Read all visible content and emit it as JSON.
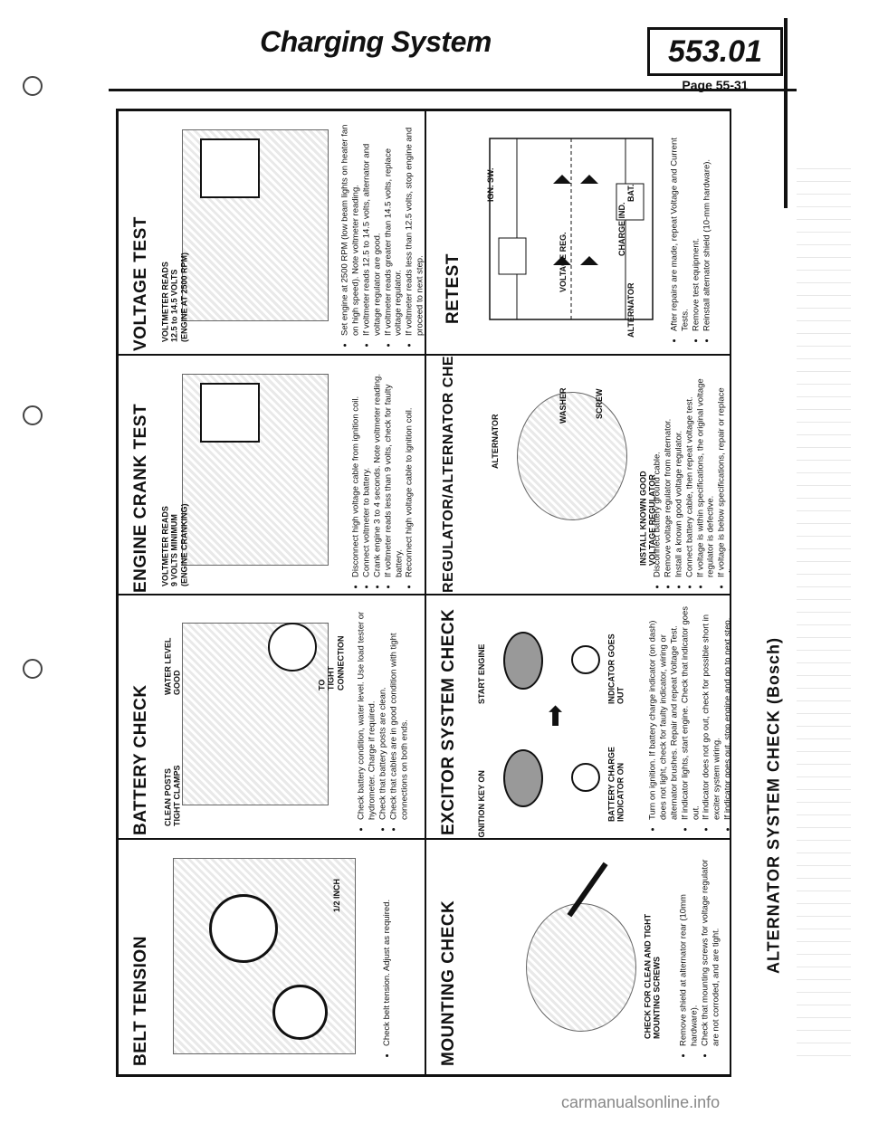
{
  "header": {
    "title": "Charging System",
    "section_number": "553.01",
    "page_label": "Page 55-31"
  },
  "side_caption": "ALTERNATOR SYSTEM CHECK (Bosch)",
  "watermark": "carmanualsonline.info",
  "cells": {
    "voltage_test": {
      "title": "VOLTAGE TEST",
      "readout": [
        "VOLTMETER READS",
        "12.5 to 14.5 VOLTS",
        "(ENGINE AT 2500 RPM)"
      ],
      "steps": [
        "Set engine at 2500 RPM (low beam lights on heater fan on high speed). Note voltmeter reading.",
        "If voltmeter reads 12.5 to 14.5 volts, alternator and voltage regulator are good.",
        "If voltmeter reads greater than 14.5 volts, replace voltage regulator.",
        "If voltmeter reads less than 12.5 volts, stop engine and proceed to next step."
      ]
    },
    "engine_crank_test": {
      "title": "ENGINE CRANK TEST",
      "readout": [
        "VOLTMETER READS",
        "9 VOLTS MINIMUM",
        "(ENGINE CRANKING)"
      ],
      "steps": [
        "Disconnect high voltage cable from ignition coil.",
        "Connect voltmeter to battery.",
        "Crank engine 3 to 4 seconds. Note voltmeter reading.",
        "If voltmeter reads less than 9 volts, check for faulty battery.",
        "Reconnect high voltage cable to ignition coil."
      ]
    },
    "battery_check": {
      "title": "BATTERY CHECK",
      "labels": [
        "CLEAN POSTS",
        "TIGHT CLAMPS",
        "WATER LEVEL",
        "GOOD",
        "TO",
        "TIGHT",
        "CONNECTION"
      ],
      "steps": [
        "Check battery condition, water level. Use load tester or hydrometer. Charge if required.",
        "Check that battery posts are clean.",
        "Check that cables are in good condition with tight connections on both ends."
      ]
    },
    "belt_tension": {
      "title": "BELT TENSION",
      "labels": [
        "1/2 INCH"
      ],
      "steps": [
        "Check belt tension. Adjust as required."
      ]
    },
    "retest": {
      "title": "RETEST",
      "labels": [
        "IGN. SW.",
        "BAT.",
        "CHARGE IND.",
        "VOLTAGE REG.",
        "ALTERNATOR"
      ],
      "steps": [
        "After repairs are made, repeat Voltage and Current Tests.",
        "Remove test equipment.",
        "Reinstall alternator shield (10-mm hardware)."
      ]
    },
    "regulator_check": {
      "title": "REGULATOR/ALTERNATOR CHECK",
      "labels": [
        "ALTERNATOR",
        "WASHER",
        "SCREW",
        "INSTALL KNOWN GOOD",
        "VOLTAGE REGULATOR"
      ],
      "steps": [
        "Disconnect battery ground cable.",
        "Remove voltage regulator from alternator.",
        "Install a known good voltage regulator.",
        "Connect battery cable, then repeat voltage test.",
        "If voltage is within specifications, the original voltage regulator is defective.",
        "If voltage is below specifications, repair or replace alternator."
      ]
    },
    "exciter_check": {
      "title": "EXCITOR SYSTEM CHECK",
      "labels": [
        "IGNITION KEY ON",
        "START ENGINE",
        "BATTERY CHARGE",
        "INDICATOR ON",
        "INDICATOR GOES",
        "OUT"
      ],
      "steps": [
        "Turn on ignition. If battery charge indicator (on dash) does not light, check for faulty indicator, wiring or alternator brushes. Repair and repeat Voltage Test.",
        "If indicator lights, start engine. Check that indicator goes out.",
        "If indicator does not go out, check for possible short in exciter system wiring.",
        "If indicator goes out, stop engine and go to next step."
      ]
    },
    "mounting_check": {
      "title": "MOUNTING CHECK",
      "labels": [
        "CHECK FOR CLEAN AND TIGHT",
        "MOUNTING SCREWS"
      ],
      "steps": [
        "Remove shield at alternator rear (10mm hardware).",
        "Check that mounting screws for voltage regulator are not corroded, and are tight."
      ]
    }
  }
}
